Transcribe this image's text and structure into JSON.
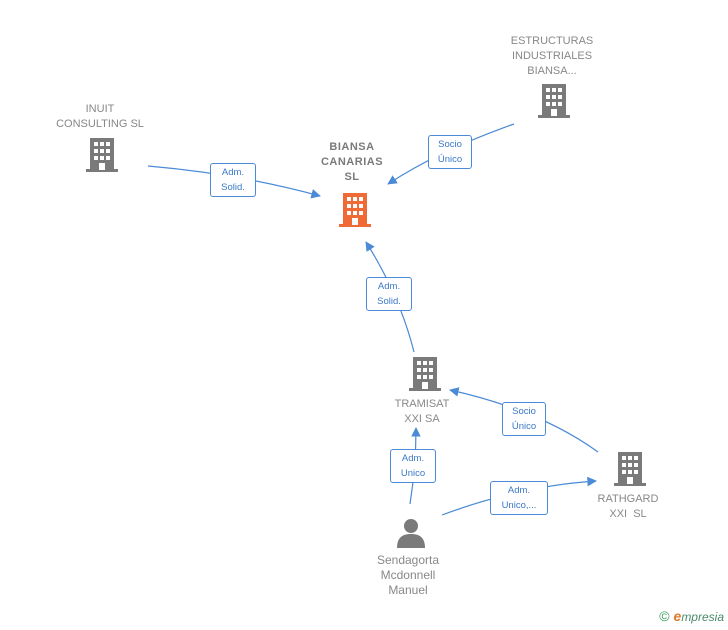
{
  "nodes": {
    "estructuras": {
      "label": [
        "ESTRUCTURAS",
        "INDUSTRIALES",
        "BIANSA..."
      ]
    },
    "inuit": {
      "label": [
        "INUIT",
        "CONSULTING SL"
      ]
    },
    "biansa": {
      "label": [
        "BIANSA",
        "CANARIAS",
        "SL"
      ]
    },
    "tramisat": {
      "label": [
        "TRAMISAT",
        "XXI SA"
      ]
    },
    "rathgard": {
      "label": [
        "RATHGARD",
        "XXI  SL"
      ]
    },
    "sendagorta": {
      "label": [
        "Sendagorta",
        "Mcdonnell",
        "Manuel"
      ]
    }
  },
  "edges": {
    "estructuras_biansa": [
      "Socio",
      "Único"
    ],
    "inuit_biansa": [
      "Adm.",
      "Solid."
    ],
    "tramisat_biansa": [
      "Adm.",
      "Solid."
    ],
    "rathgard_tramisat": [
      "Socio",
      "Único"
    ],
    "sendagorta_tramisat": [
      "Adm.",
      "Unico"
    ],
    "sendagorta_rathgard": [
      "Adm.",
      "Unico,..."
    ]
  },
  "colors": {
    "edge": "#4a8ad6",
    "company_icon": "#7a7a7a",
    "main_icon": "#f06a35",
    "person_icon": "#7a7a7a"
  },
  "footer": {
    "copyright": "©",
    "brand_initial": "e",
    "brand_rest": "mpresia"
  }
}
